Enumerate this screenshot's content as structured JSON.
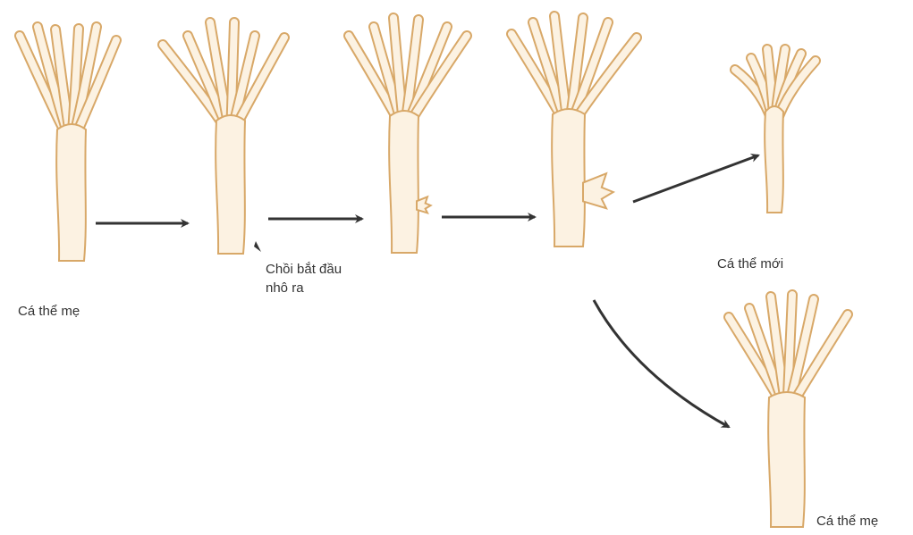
{
  "labels": {
    "mother_1": "Cá thể mẹ",
    "bud_line1": "Chồi bắt đầu",
    "bud_line2": "nhô ra",
    "new_individual": "Cá thể mới",
    "mother_2": "Cá thể mẹ"
  },
  "colors": {
    "body_fill": "#fcf2e2",
    "body_stroke": "#d8a868",
    "arrow": "#333333",
    "background": "#ffffff"
  }
}
